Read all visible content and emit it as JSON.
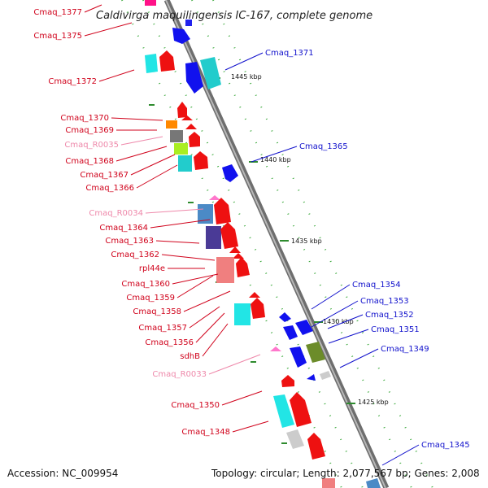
{
  "title": "Caldivirga maquilingensis IC-167, complete genome",
  "accession": "Accession: NC_009954",
  "topology": "Topology: circular; Length: 2,077,567 bp; Genes: 2,008",
  "ticks": [
    "1445 kbp",
    "1440 kbp",
    "1435 kbp",
    "1430 kbp",
    "1425 kbp"
  ],
  "colors": {
    "forward_label": "#d0021b",
    "reverse_label": "#1111cc",
    "rna_label": "#ee88aa",
    "backbone": "#8a8a8a",
    "tick_mark": "#2e8b2e"
  },
  "left_labels": [
    {
      "text": "Cmaq_1377",
      "kind": "gene"
    },
    {
      "text": "Cmaq_1375",
      "kind": "gene"
    },
    {
      "text": "Cmaq_1372",
      "kind": "gene"
    },
    {
      "text": "Cmaq_1370",
      "kind": "gene"
    },
    {
      "text": "Cmaq_1369",
      "kind": "gene"
    },
    {
      "text": "Cmaq_R0035",
      "kind": "rna"
    },
    {
      "text": "Cmaq_1368",
      "kind": "gene"
    },
    {
      "text": "Cmaq_1367",
      "kind": "gene"
    },
    {
      "text": "Cmaq_1366",
      "kind": "gene"
    },
    {
      "text": "Cmaq_R0034",
      "kind": "rna"
    },
    {
      "text": "Cmaq_1364",
      "kind": "gene"
    },
    {
      "text": "Cmaq_1363",
      "kind": "gene"
    },
    {
      "text": "Cmaq_1362",
      "kind": "gene"
    },
    {
      "text": "rpl44e",
      "kind": "gene"
    },
    {
      "text": "Cmaq_1360",
      "kind": "gene"
    },
    {
      "text": "Cmaq_1359",
      "kind": "gene"
    },
    {
      "text": "Cmaq_1358",
      "kind": "gene"
    },
    {
      "text": "Cmaq_1357",
      "kind": "gene"
    },
    {
      "text": "Cmaq_1356",
      "kind": "gene"
    },
    {
      "text": "sdhB",
      "kind": "gene"
    },
    {
      "text": "Cmaq_R0033",
      "kind": "rna"
    },
    {
      "text": "Cmaq_1350",
      "kind": "gene"
    },
    {
      "text": "Cmaq_1348",
      "kind": "gene"
    }
  ],
  "right_labels": [
    {
      "text": "Cmaq_1371"
    },
    {
      "text": "Cmaq_1365"
    },
    {
      "text": "Cmaq_1354"
    },
    {
      "text": "Cmaq_1353"
    },
    {
      "text": "Cmaq_1352"
    },
    {
      "text": "Cmaq_1351"
    },
    {
      "text": "Cmaq_1349"
    },
    {
      "text": "Cmaq_1345"
    }
  ]
}
